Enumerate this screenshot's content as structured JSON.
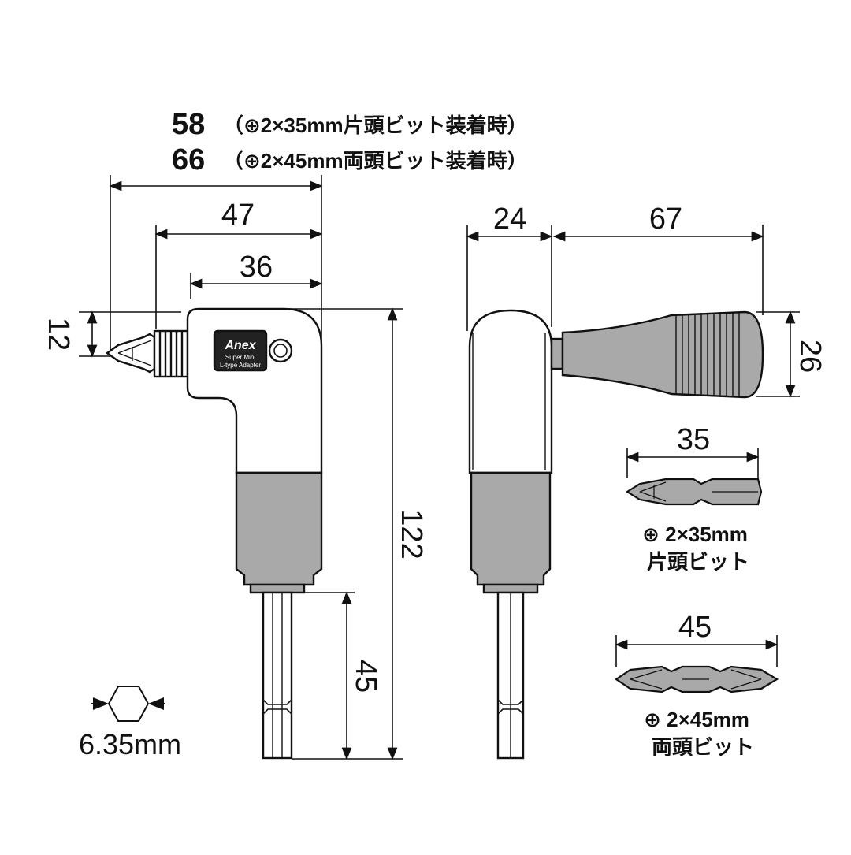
{
  "headline": {
    "line1": {
      "value": "58",
      "note": "（⊕2×35mm片頭ビット装着時）"
    },
    "line2": {
      "value": "66",
      "note": "（⊕2×45mm両頭ビット装着時）"
    }
  },
  "front_view": {
    "dims": {
      "width_47": "47",
      "width_36": "36",
      "head_12": "12",
      "height_122": "122",
      "shank_45": "45"
    },
    "logo": {
      "brand": "Anex",
      "line1": "Super Mini",
      "line2": "L-type Adapter"
    }
  },
  "side_view": {
    "dims": {
      "top_24": "24",
      "top_67": "67",
      "grip_26": "26"
    }
  },
  "bits": {
    "single": {
      "length": "35",
      "spec": "⊕ 2×35mm",
      "name": "片頭ビット"
    },
    "double": {
      "length": "45",
      "spec": "⊕ 2×45mm",
      "name": "両頭ビット"
    }
  },
  "hex": {
    "label": "6.35mm"
  },
  "colors": {
    "line": "#111111",
    "grip": "#a9a9a9",
    "body": "#ffffff",
    "logo_bg": "#222222"
  }
}
